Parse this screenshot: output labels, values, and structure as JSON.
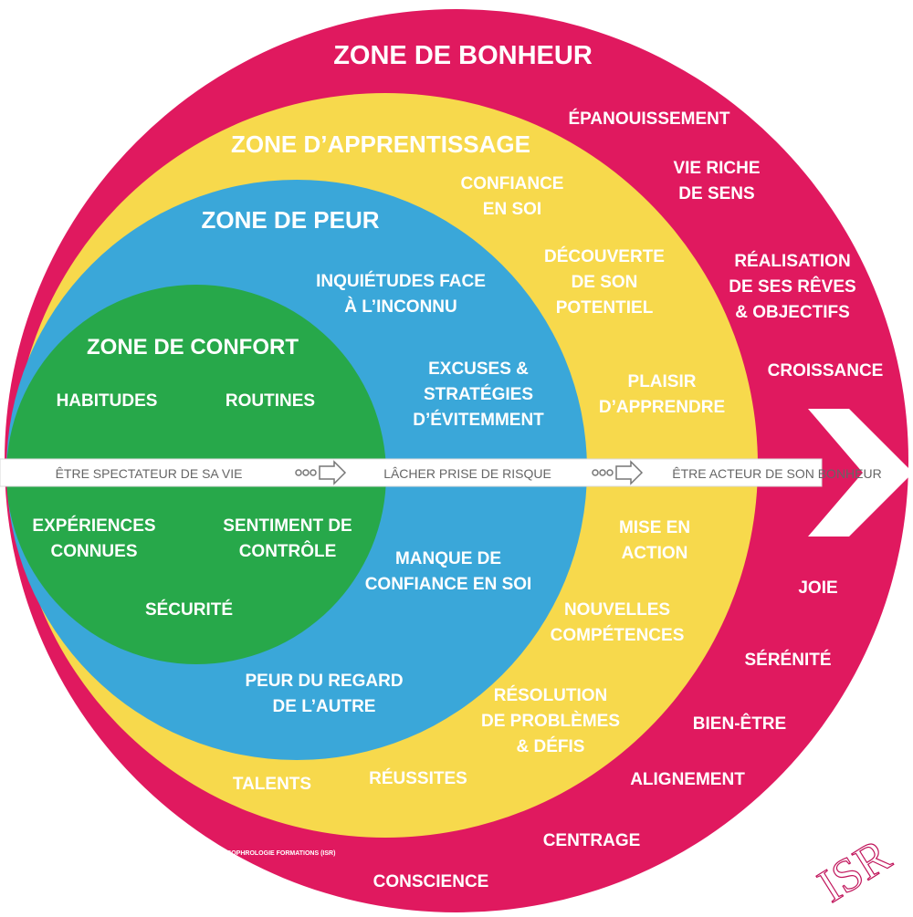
{
  "colors": {
    "bonheur": "#e0195f",
    "apprentissage": "#f7d94c",
    "peur": "#3aa7d9",
    "confort": "#27a84a",
    "arrow": "#ffffff",
    "arrow_text": "#666666"
  },
  "zones": {
    "bonheur": {
      "title": "ZONE DE BONHEUR",
      "items": [
        "ÉPANOUISSEMENT",
        "VIE RICHE",
        "DE SENS",
        "RÉALISATION",
        "DE SES RÊVES",
        "& OBJECTIFS",
        "CROISSANCE",
        "JOIE",
        "SÉRÉNITÉ",
        "BIEN-ÊTRE",
        "ALIGNEMENT",
        "CENTRAGE",
        "CONSCIENCE"
      ]
    },
    "apprentissage": {
      "title": "ZONE D’APPRENTISSAGE",
      "items": [
        "CONFIANCE",
        "EN SOI",
        "DÉCOUVERTE",
        "DE SON",
        "POTENTIEL",
        "PLAISIR",
        "D’APPRENDRE",
        "MISE EN",
        "ACTION",
        "NOUVELLES",
        "COMPÉTENCES",
        "RÉSOLUTION",
        "DE PROBLÈMES",
        "& DÉFIS",
        "RÉUSSITES",
        "TALENTS"
      ]
    },
    "peur": {
      "title": "ZONE DE PEUR",
      "items": [
        "INQUIÉTUDES FACE",
        "À L’INCONNU",
        "EXCUSES &",
        "STRATÉGIES",
        "D’ÉVITEMMENT",
        "MANQUE DE",
        "CONFIANCE EN SOI",
        "PEUR DU REGARD",
        "DE L’AUTRE"
      ]
    },
    "confort": {
      "title": "ZONE DE CONFORT",
      "items": [
        "HABITUDES",
        "ROUTINES",
        "EXPÉRIENCES",
        "CONNUES",
        "SENTIMENT DE",
        "CONTRÔLE",
        "SÉCURITÉ"
      ]
    }
  },
  "arrow": {
    "left": "ÊTRE SPECTATEUR DE SA VIE",
    "middle": "LÂCHER PRISE DE RISQUE",
    "right": "ÊTRE ACTEUR DE SON BONHEUR"
  },
  "footer": {
    "credit": "SOPHROLOGIE FORMATIONS (ISR)",
    "logo_text": "ISR"
  }
}
